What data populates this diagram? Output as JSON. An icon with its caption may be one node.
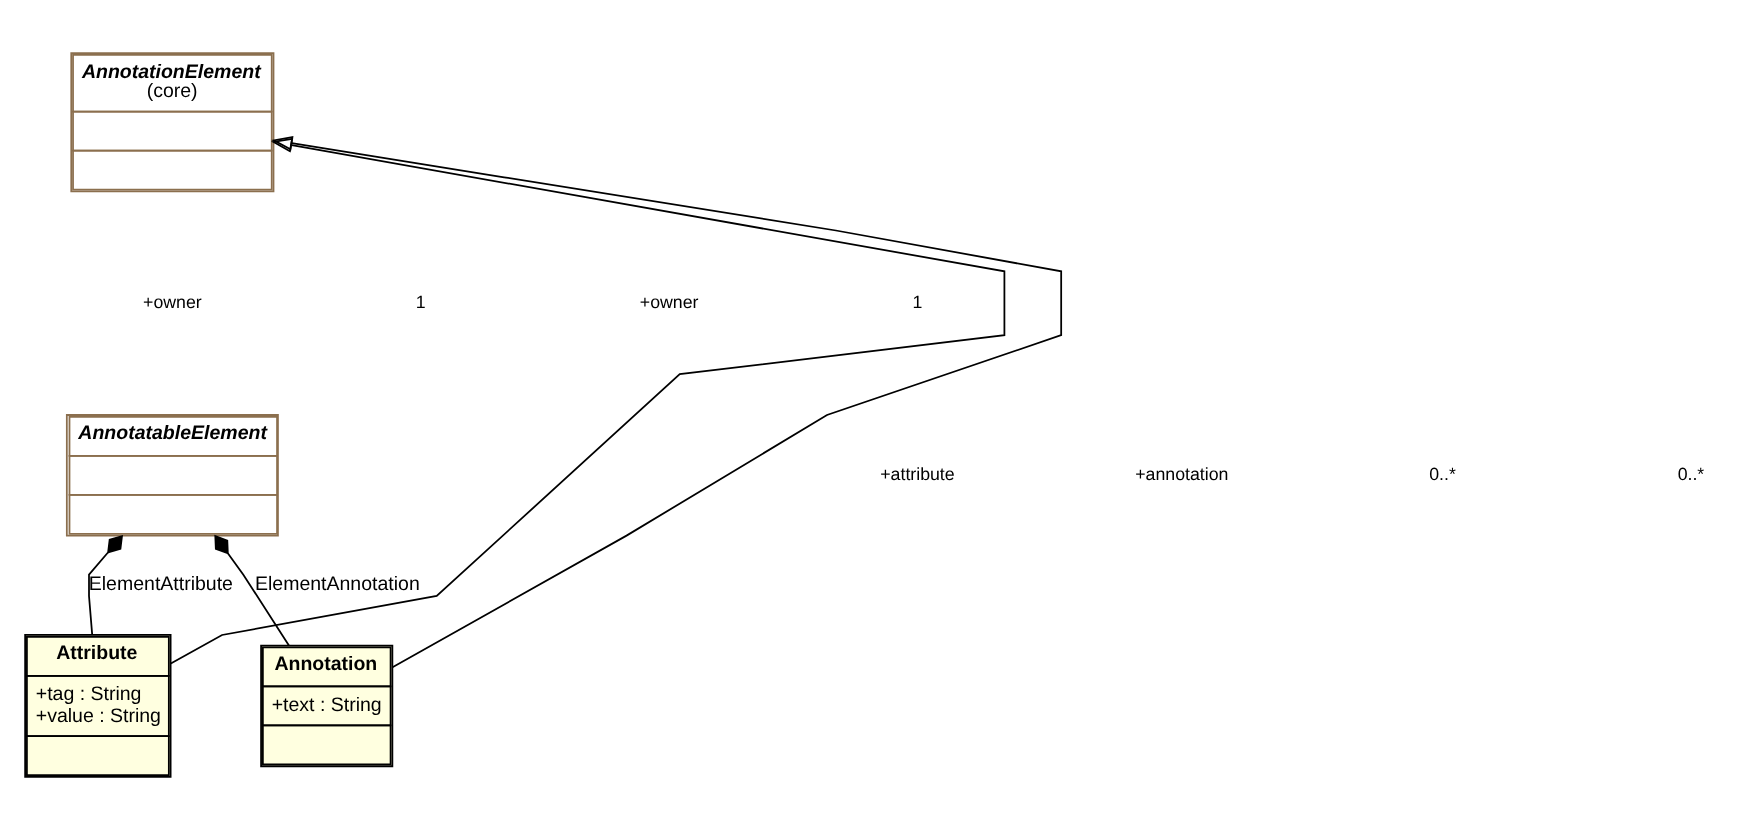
{
  "diagram": {
    "nodes": [
      {
        "text": [
          "AnnotationElement",
          "(core)"
        ]
      },
      {
        "text": [
          "AnnotatableElement"
        ]
      },
      {
        "text": [
          "Attribute",
          "+tag : String",
          "+value : String"
        ]
      },
      {
        "text": [
          "Annotation",
          "+text : String"
        ]
      }
    ],
    "edges": [
      {
        "from": 2,
        "to": 0,
        "arrow": "to"
      },
      {
        "from": 3,
        "to": 0,
        "arrow": "to"
      },
      {
        "from": 1,
        "to": 2,
        "arrow": "other",
        "label": "ElementAttribute"
      },
      {
        "from": 1,
        "to": 3,
        "arrow": "other",
        "label": "ElementAnnotation"
      }
    ],
    "labels": [
      "+owner",
      "1",
      "+owner",
      "1",
      "+attribute",
      "+annotation",
      "0..*",
      "0..*"
    ]
  }
}
